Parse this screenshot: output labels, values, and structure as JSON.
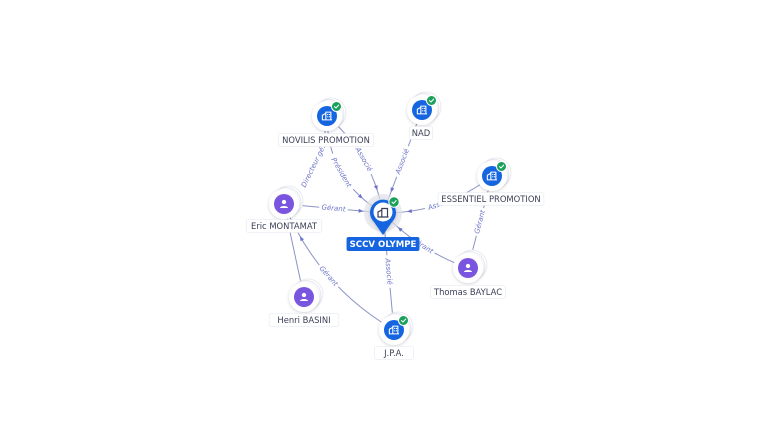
{
  "colors": {
    "company": "#1565e0",
    "person": "#7a55e0",
    "check": "#19a05a",
    "edge": "#8a93c7",
    "edge_label": "#6b74c9"
  },
  "center": {
    "label": "SCCV OLYMPE",
    "icon": "building-icon",
    "verified": true
  },
  "nodes": [
    {
      "id": "novilis",
      "label": "NOVILIS PROMOTION",
      "type": "company",
      "verified": true,
      "icon": "building-icon"
    },
    {
      "id": "nad",
      "label": "NAD",
      "type": "company",
      "verified": true,
      "icon": "building-icon"
    },
    {
      "id": "essentiel",
      "label": "ESSENTIEL PROMOTION",
      "type": "company",
      "verified": true,
      "icon": "building-icon"
    },
    {
      "id": "eric",
      "label": "Eric MONTAMAT",
      "type": "person",
      "icon": "person-icon"
    },
    {
      "id": "thomas",
      "label": "Thomas BAYLAC",
      "type": "person",
      "icon": "person-icon"
    },
    {
      "id": "henri",
      "label": "Henri BASINI",
      "type": "person",
      "icon": "person-icon"
    },
    {
      "id": "jpa",
      "label": "J.P.A.",
      "type": "company",
      "verified": true,
      "icon": "building-icon"
    }
  ],
  "edges": [
    {
      "from": "novilis",
      "to": "center",
      "label": "Associé"
    },
    {
      "from": "novilis",
      "to": "center",
      "label": "Président"
    },
    {
      "from": "nad",
      "to": "center",
      "label": "Associé"
    },
    {
      "from": "essentiel",
      "to": "center",
      "label": "Associé"
    },
    {
      "from": "eric",
      "to": "center",
      "label": "Gérant"
    },
    {
      "from": "eric",
      "to": "novilis",
      "label": "Directeur gé..."
    },
    {
      "from": "thomas",
      "to": "center",
      "label": "Gérant"
    },
    {
      "from": "thomas",
      "to": "essentiel",
      "label": "Gérant"
    },
    {
      "from": "henri",
      "to": "eric",
      "label": ""
    },
    {
      "from": "jpa",
      "to": "center",
      "label": "Associé"
    },
    {
      "from": "jpa",
      "to": "eric",
      "label": "Gérant"
    }
  ]
}
